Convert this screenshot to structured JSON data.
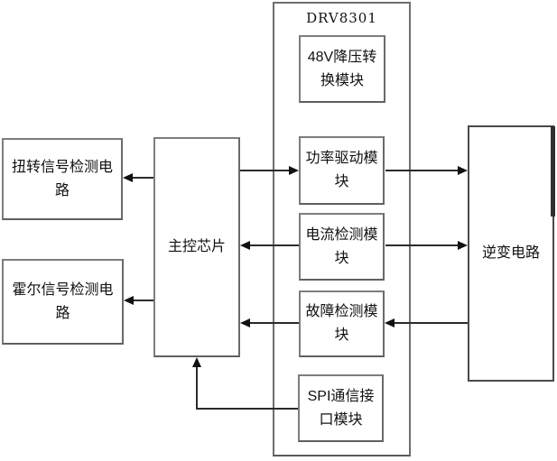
{
  "diagram": {
    "group_label": "DRV8301",
    "blocks": {
      "torsion_signal_detect": "扭转信号检测电\n路",
      "hall_signal_detect": "霍尔信号检测电\n路",
      "main_control_chip": "主控芯片",
      "buck_converter": "48V降压转\n换模块",
      "power_drive": "功率驱动模\n块",
      "current_detect": "电流检测模\n块",
      "fault_detect": "故障检测模\n块",
      "spi_interface": "SPI通信接\n口模块",
      "inverter": "逆变电路"
    },
    "connections": [
      {
        "from": "main_control_chip",
        "to": "torsion_signal_detect"
      },
      {
        "from": "main_control_chip",
        "to": "hall_signal_detect"
      },
      {
        "from": "main_control_chip",
        "to": "power_drive"
      },
      {
        "from": "power_drive",
        "to": "inverter"
      },
      {
        "from": "current_detect",
        "to": "main_control_chip"
      },
      {
        "from": "current_detect",
        "to": "inverter"
      },
      {
        "from": "inverter",
        "to": "fault_detect"
      },
      {
        "from": "fault_detect",
        "to": "main_control_chip"
      },
      {
        "from": "spi_interface",
        "to": "main_control_chip"
      }
    ],
    "colors": {
      "background": "#ffffff",
      "box_border": "#7d7d7d",
      "connector": "#2a2a2a",
      "text": "#111111"
    }
  }
}
